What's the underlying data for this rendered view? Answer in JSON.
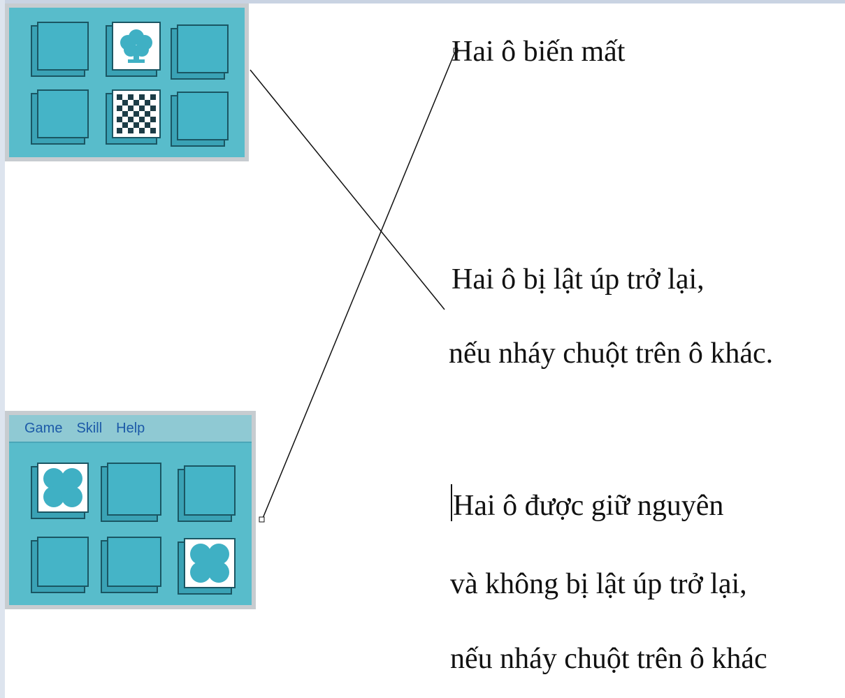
{
  "panel_bottom": {
    "menu": [
      "Game",
      "Skill",
      "Help"
    ]
  },
  "options": [
    {
      "lines": [
        "Hai ô biến mất"
      ]
    },
    {
      "lines": [
        "Hai ô bị lật úp trở lại,",
        "nếu nháy chuột trên ô khác."
      ]
    },
    {
      "lines": [
        "Hai ô được giữ nguyên",
        "và không bị lật úp trở lại,",
        "nếu nháy chuột trên ô khác"
      ]
    }
  ],
  "icons": {
    "panel_top": [
      "blank",
      "tree-icon",
      "blank",
      "blank",
      "checkerboard-icon",
      "blank"
    ],
    "panel_bottom": [
      "flower-icon",
      "blank",
      "blank",
      "blank",
      "blank",
      "flower-icon"
    ]
  },
  "colors": {
    "board": "#58bccb",
    "tile": "#45b4c7",
    "tile_edge": "#1a5663"
  }
}
